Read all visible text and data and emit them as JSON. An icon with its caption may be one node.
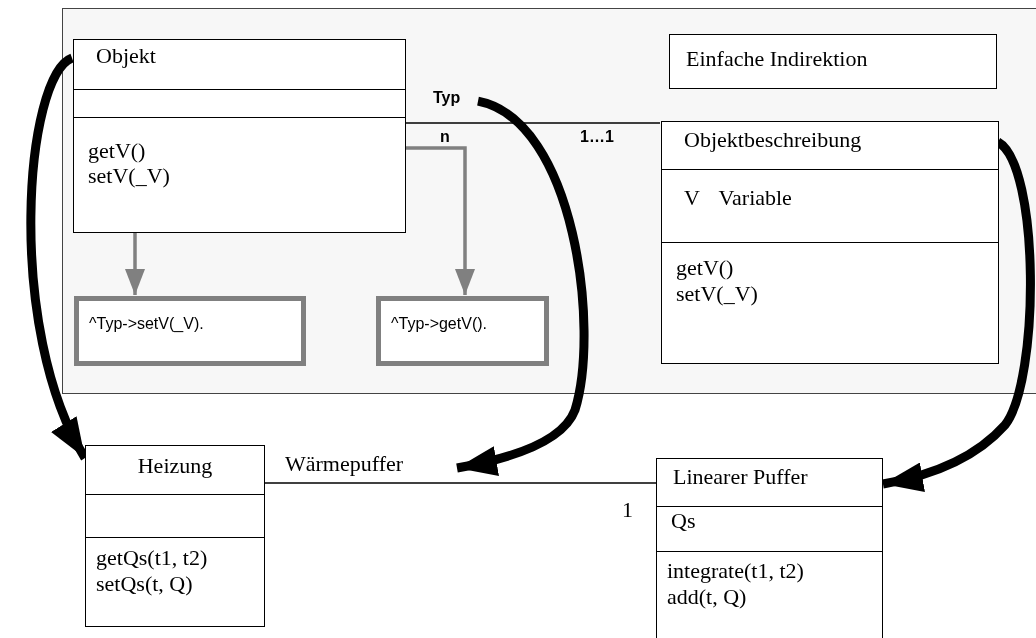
{
  "diagram": {
    "nodes": [
      {
        "text": [],
        "shape": "box"
      },
      {
        "text": [
          "Objekt",
          "getV()",
          "setV(_V)"
        ],
        "in": 0
      },
      {
        "text": [
          "Einfache Indirektion"
        ],
        "in": 0
      },
      {
        "text": [
          "Objektbeschreibung",
          "V Variable",
          "getV()",
          "setV(_V)"
        ],
        "in": 0
      },
      {
        "text": [
          "^Typ->setV(_V)."
        ],
        "in": 0
      },
      {
        "text": [
          "^Typ->getV()."
        ],
        "in": 0
      },
      {
        "text": [
          "Heizung",
          "getQs(t1, t2)",
          "setQs(t, Q)"
        ]
      },
      {
        "text": [
          "Linearer Puffer",
          "Qs",
          "integrate(t1, t2)",
          "add(t, Q)"
        ]
      },
      {
        "text": [
          "Typ"
        ],
        "in": 0
      },
      {
        "text": [
          "Wärmepuffer"
        ]
      }
    ],
    "edges": [
      {
        "from": 1,
        "to": 3,
        "arrow": "none"
      },
      {
        "from": 6,
        "to": 7,
        "arrow": "none"
      },
      {
        "from": 1,
        "to": 4,
        "arrow": "to",
        "color": "#808080"
      },
      {
        "from": 1,
        "to": 5,
        "arrow": "to",
        "color": "#808080"
      },
      {
        "from": 1,
        "to": 6,
        "arrow": "to",
        "style": "thick"
      },
      {
        "from": 8,
        "to": 9,
        "arrow": "to",
        "style": "thick"
      },
      {
        "from": 3,
        "to": 7,
        "arrow": "to",
        "style": "thick"
      }
    ],
    "labels": [
      "n",
      "1…1",
      "1"
    ]
  }
}
